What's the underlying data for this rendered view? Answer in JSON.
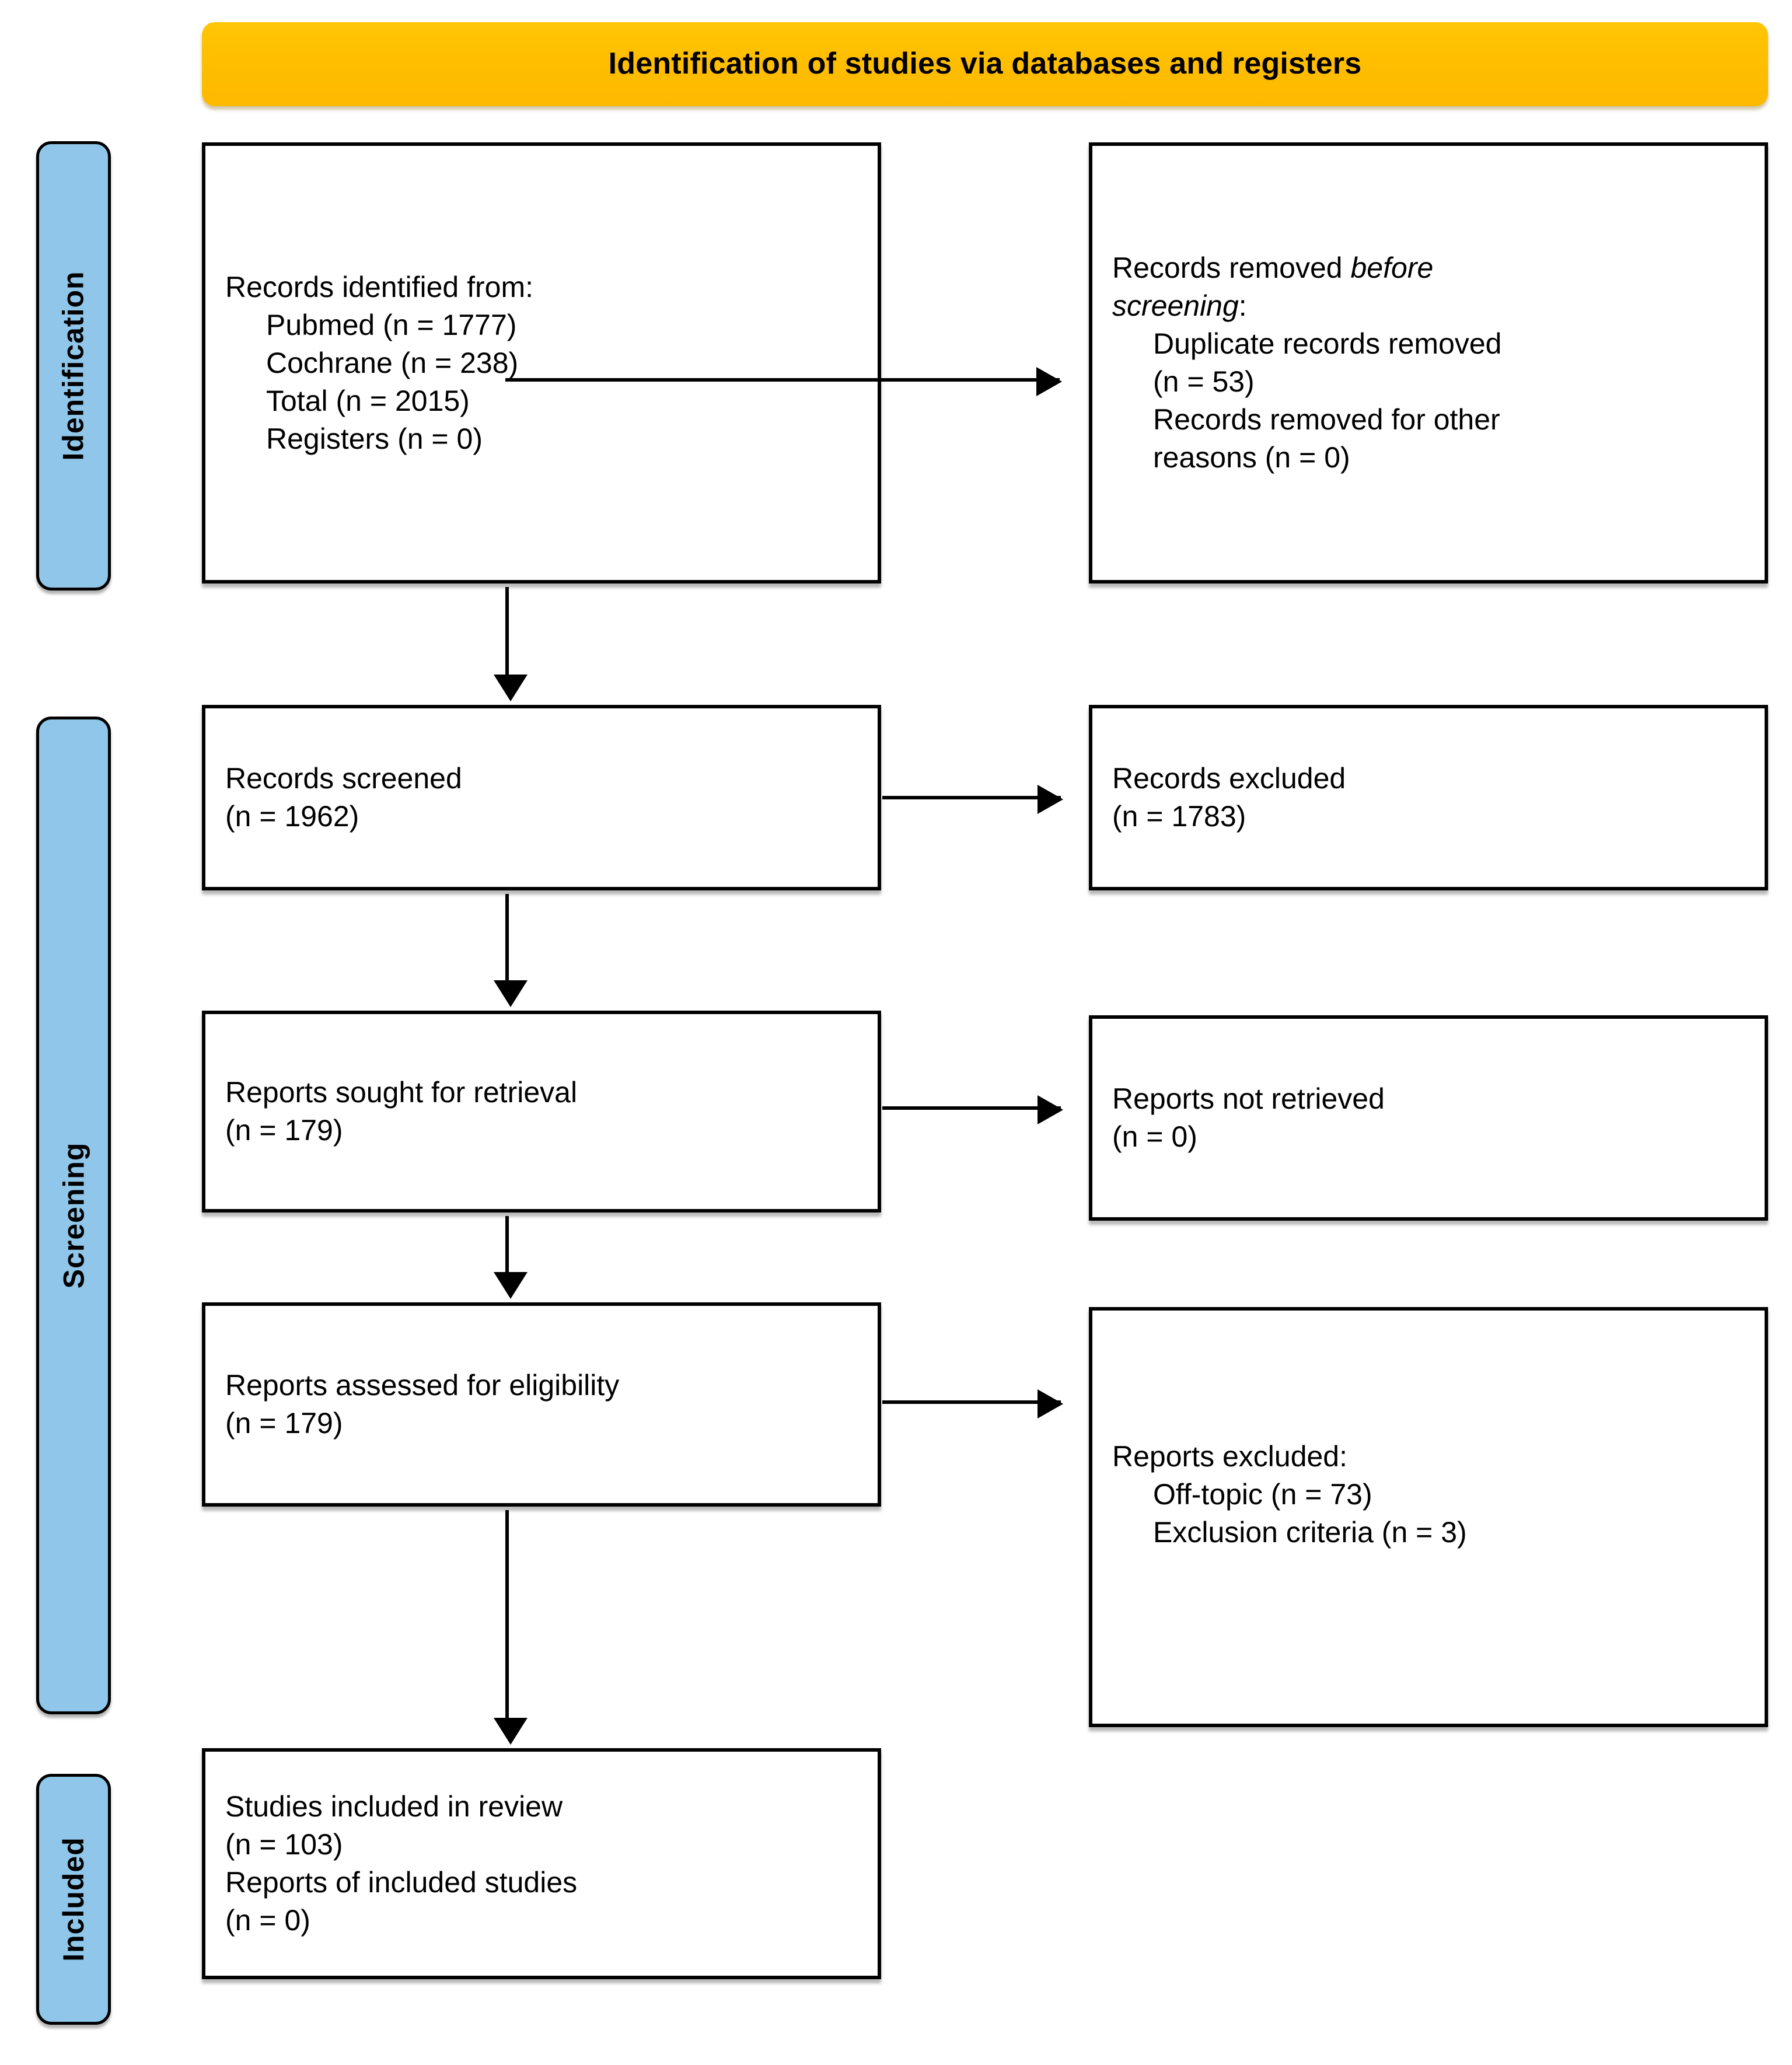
{
  "banner": {
    "title": "Identification of studies via databases and registers"
  },
  "stages": {
    "identification": "Identification",
    "screening": "Screening",
    "included": "Included"
  },
  "colors": {
    "banner_fill": "#FFBE00",
    "stage_tab_fill": "#8FC6E9",
    "box_border": "#000000",
    "box_fill": "#FFFFFF",
    "arrow": "#000000"
  },
  "boxes": {
    "records_identified": {
      "lines": [
        {
          "text": "Records identified from:",
          "indent": false
        },
        {
          "text": "Pubmed (n = 1777)",
          "indent": true
        },
        {
          "text": "Cochrane (n = 238)",
          "indent": true
        },
        {
          "text": "Total (n = 2015)",
          "indent": true
        },
        {
          "text": "Registers (n = 0)",
          "indent": true
        }
      ]
    },
    "records_removed": {
      "line1_pre": "Records removed ",
      "line1_italic": "before",
      "line2_italic": "screening",
      "line2_post": ":",
      "lines": [
        {
          "text": "Duplicate records removed",
          "indent": true
        },
        {
          "text": "(n = 53)",
          "indent": true
        },
        {
          "text": "Records removed for other",
          "indent": true
        },
        {
          "text": "reasons (n = 0)",
          "indent": true
        }
      ]
    },
    "records_screened": {
      "lines": [
        {
          "text": "Records screened",
          "indent": false
        },
        {
          "text": "(n = 1962)",
          "indent": false
        }
      ]
    },
    "records_excluded": {
      "lines": [
        {
          "text": "Records excluded",
          "indent": false
        },
        {
          "text": "(n = 1783)",
          "indent": false
        }
      ]
    },
    "reports_sought": {
      "lines": [
        {
          "text": "Reports sought for retrieval",
          "indent": false
        },
        {
          "text": "(n = 179)",
          "indent": false
        }
      ]
    },
    "reports_not_retrieved": {
      "lines": [
        {
          "text": "Reports not retrieved",
          "indent": false
        },
        {
          "text": "(n = 0)",
          "indent": false
        }
      ]
    },
    "reports_assessed": {
      "lines": [
        {
          "text": "Reports assessed for eligibility",
          "indent": false
        },
        {
          "text": "(n = 179)",
          "indent": false
        }
      ]
    },
    "reports_excluded": {
      "lines": [
        {
          "text": "Reports excluded:",
          "indent": false
        },
        {
          "text": "Off-topic (n = 73)",
          "indent": true
        },
        {
          "text": "Exclusion criteria (n = 3)",
          "indent": true
        }
      ]
    },
    "studies_included": {
      "lines": [
        {
          "text": "Studies included in review",
          "indent": false
        },
        {
          "text": "(n = 103)",
          "indent": false
        },
        {
          "text": "Reports of included studies",
          "indent": false
        },
        {
          "text": "(n = 0)",
          "indent": false
        }
      ]
    }
  },
  "flow_data": {
    "type": "prisma-flow",
    "identified_pubmed": 1777,
    "identified_cochrane": 238,
    "identified_total": 2015,
    "identified_registers": 0,
    "duplicates_removed": 53,
    "removed_other_reasons": 0,
    "screened": 1962,
    "excluded_at_screening": 1783,
    "sought_for_retrieval": 179,
    "not_retrieved": 0,
    "assessed_for_eligibility": 179,
    "excluded_off_topic": 73,
    "excluded_criteria": 3,
    "studies_included": 103,
    "reports_of_included_studies": 0
  }
}
